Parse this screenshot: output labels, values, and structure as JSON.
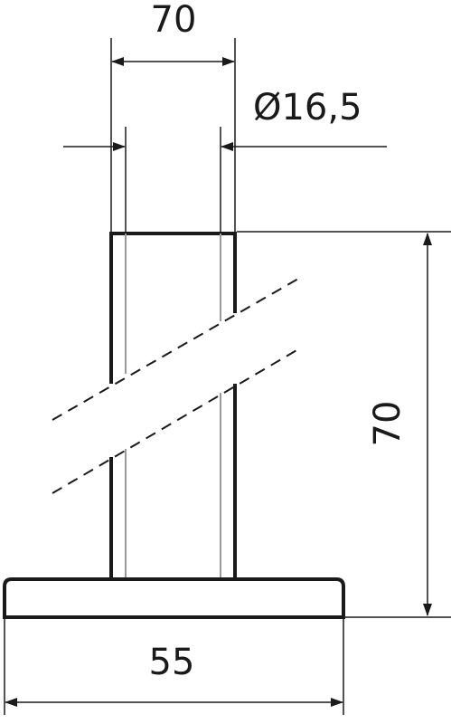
{
  "dimensions": {
    "top_width": "70",
    "diameter": "Ø16,5",
    "height": "70",
    "base_width": "55"
  },
  "colors": {
    "line": "#1a1a1a",
    "inner": "#9a9a9a",
    "background": "#ffffff"
  }
}
